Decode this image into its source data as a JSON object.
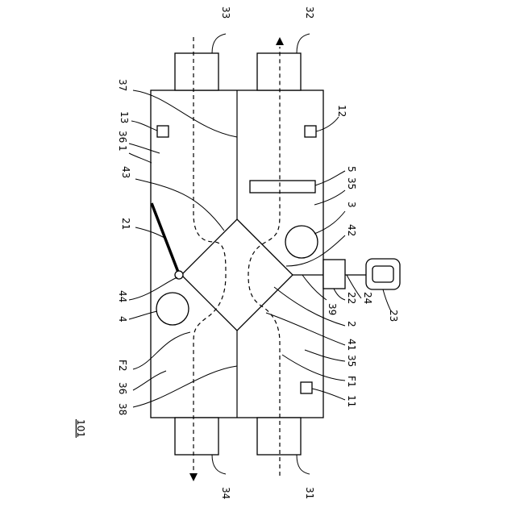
{
  "figure_label": "101",
  "labels": {
    "l33": "33",
    "l32": "32",
    "l37": "37",
    "l13": "13",
    "l12": "12",
    "l36a": "36",
    "l1": "1",
    "l43": "43",
    "l5": "5",
    "l35a": "35",
    "l3": "3",
    "l21": "21",
    "l42": "42",
    "l44": "44",
    "l4": "4",
    "l39": "39",
    "l22": "22",
    "l24": "24",
    "l23": "23",
    "l2": "2",
    "l41": "41",
    "lF2": "F2",
    "l36b": "36",
    "l35b": "35",
    "lF1": "F1",
    "l11": "11",
    "l38": "38",
    "l34": "34",
    "l31": "31"
  }
}
